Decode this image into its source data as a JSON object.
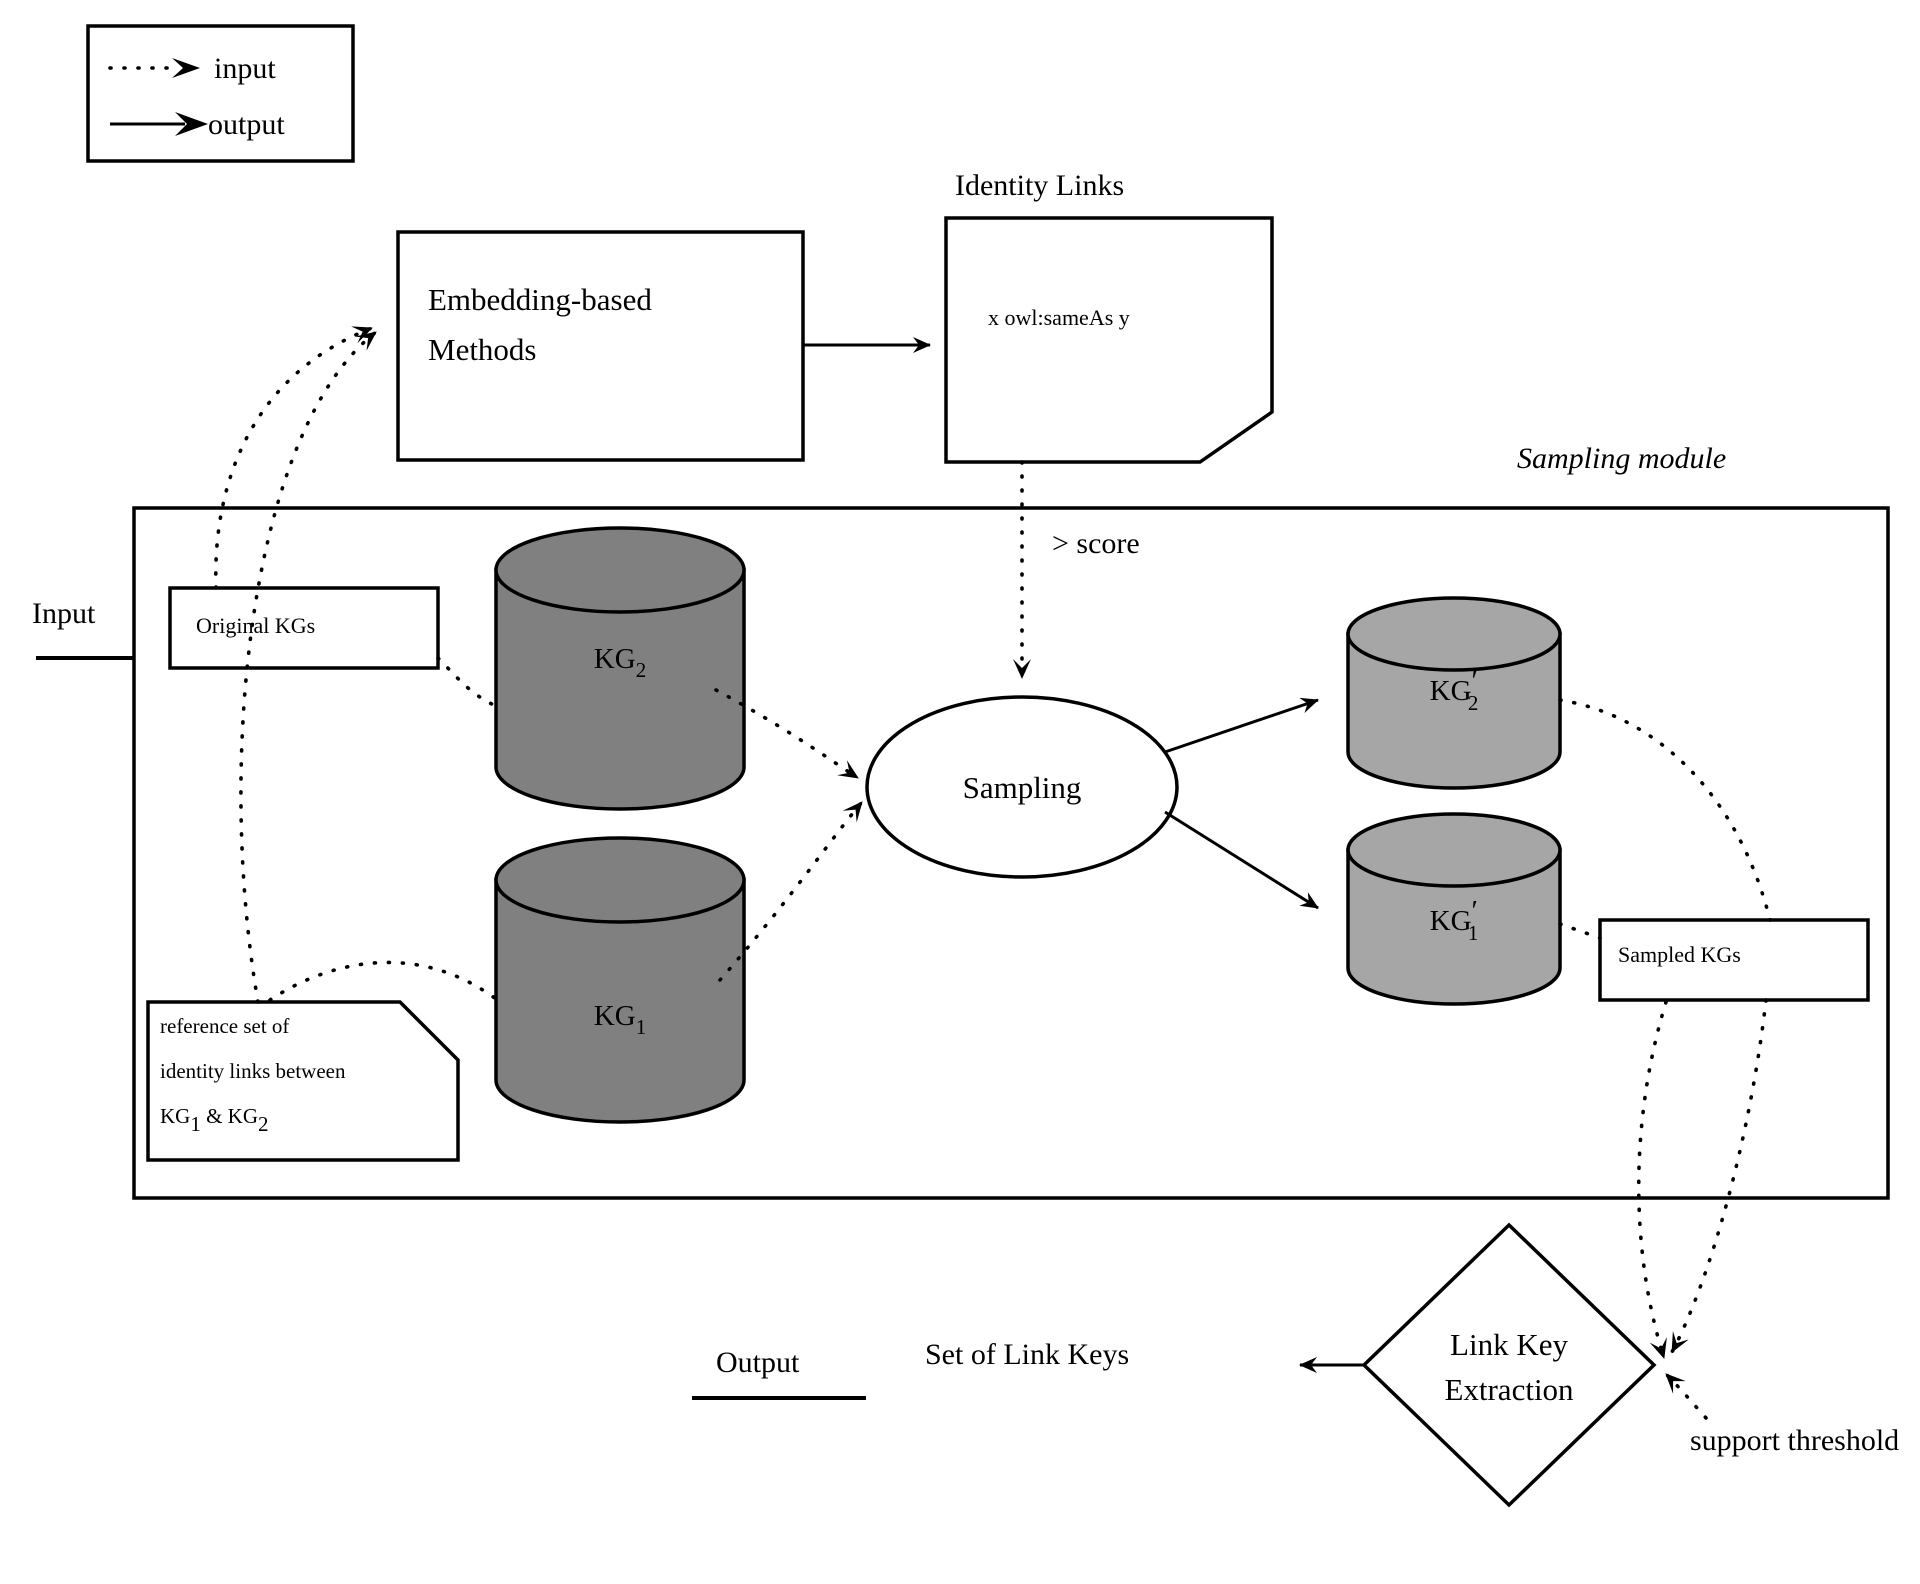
{
  "legend": {
    "input_label": "input",
    "output_label": "output"
  },
  "nodes": {
    "embedding_methods": {
      "line1": "Embedding-based",
      "line2": "Methods"
    },
    "identity_links": {
      "title": "Identity Links",
      "content": "x owl:sameAs y"
    },
    "sampling": {
      "label": "Sampling"
    },
    "link_key_extraction": {
      "line1": "Link Key",
      "line2": "Extraction"
    },
    "original_kgs": {
      "label": "Original KGs"
    },
    "sampled_kgs": {
      "label": "Sampled KGs"
    },
    "reference_set": {
      "line1": "reference set of",
      "line2": "identity links between",
      "line3_prefix": "KG",
      "line3_sub1": "1",
      "line3_mid": " & KG",
      "line3_sub2": "2"
    },
    "kg2": {
      "base": "KG",
      "sub": "2"
    },
    "kg1": {
      "base": "KG",
      "sub": "1"
    },
    "kg2p": {
      "base": "KG",
      "prime": "′",
      "sub": "2"
    },
    "kg1p": {
      "base": "KG",
      "prime": "′",
      "sub": "1"
    }
  },
  "labels": {
    "module_title": "Sampling module",
    "input": "Input",
    "output": "Output",
    "set_of_link_keys": "Set of Link Keys",
    "score": "> score",
    "support_threshold": "support threshold"
  },
  "colors": {
    "stroke": "#000000",
    "background": "#ffffff",
    "cylinder_original": "#808080",
    "cylinder_sampled": "#a6a6a6"
  }
}
